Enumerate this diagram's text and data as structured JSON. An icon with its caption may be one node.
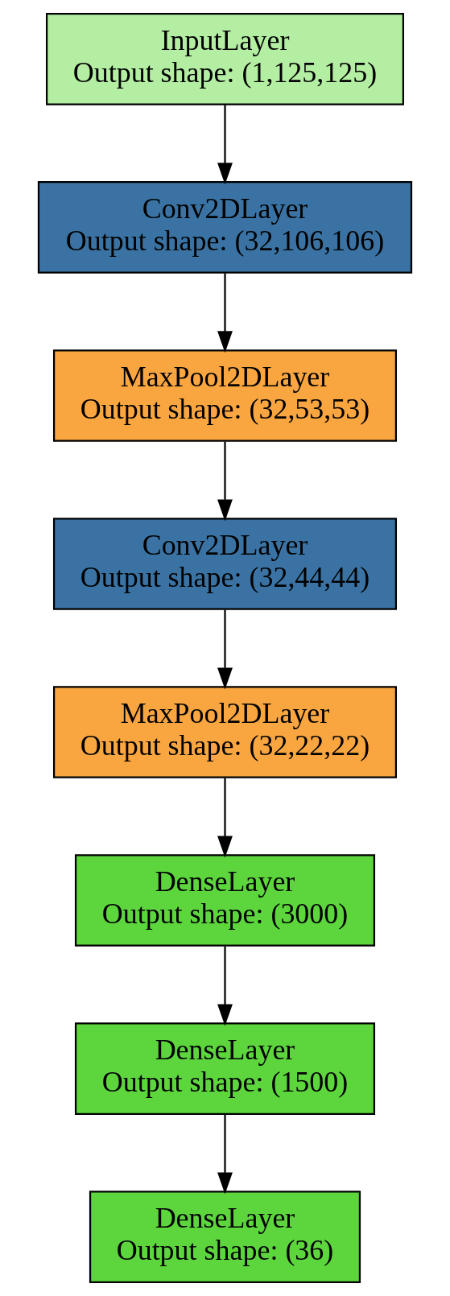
{
  "diagram": {
    "nodes": [
      {
        "text": [
          "InputLayer",
          "Output shape: (1,125,125)"
        ]
      },
      {
        "text": [
          "Conv2DLayer",
          "Output shape: (32,106,106)"
        ]
      },
      {
        "text": [
          "MaxPool2DLayer",
          "Output shape: (32,53,53)"
        ]
      },
      {
        "text": [
          "Conv2DLayer",
          "Output shape: (32,44,44)"
        ]
      },
      {
        "text": [
          "MaxPool2DLayer",
          "Output shape: (32,22,22)"
        ]
      },
      {
        "text": [
          "DenseLayer",
          "Output shape: (3000)"
        ]
      },
      {
        "text": [
          "DenseLayer",
          "Output shape: (1500)"
        ]
      },
      {
        "text": [
          "DenseLayer",
          "Output shape: (36)"
        ]
      }
    ],
    "edges": [
      {
        "from": 0,
        "to": 1,
        "arrow": "to"
      },
      {
        "from": 1,
        "to": 2,
        "arrow": "to"
      },
      {
        "from": 2,
        "to": 3,
        "arrow": "to"
      },
      {
        "from": 3,
        "to": 4,
        "arrow": "to"
      },
      {
        "from": 4,
        "to": 5,
        "arrow": "to"
      },
      {
        "from": 5,
        "to": 6,
        "arrow": "to"
      },
      {
        "from": 6,
        "to": 7,
        "arrow": "to"
      }
    ]
  }
}
